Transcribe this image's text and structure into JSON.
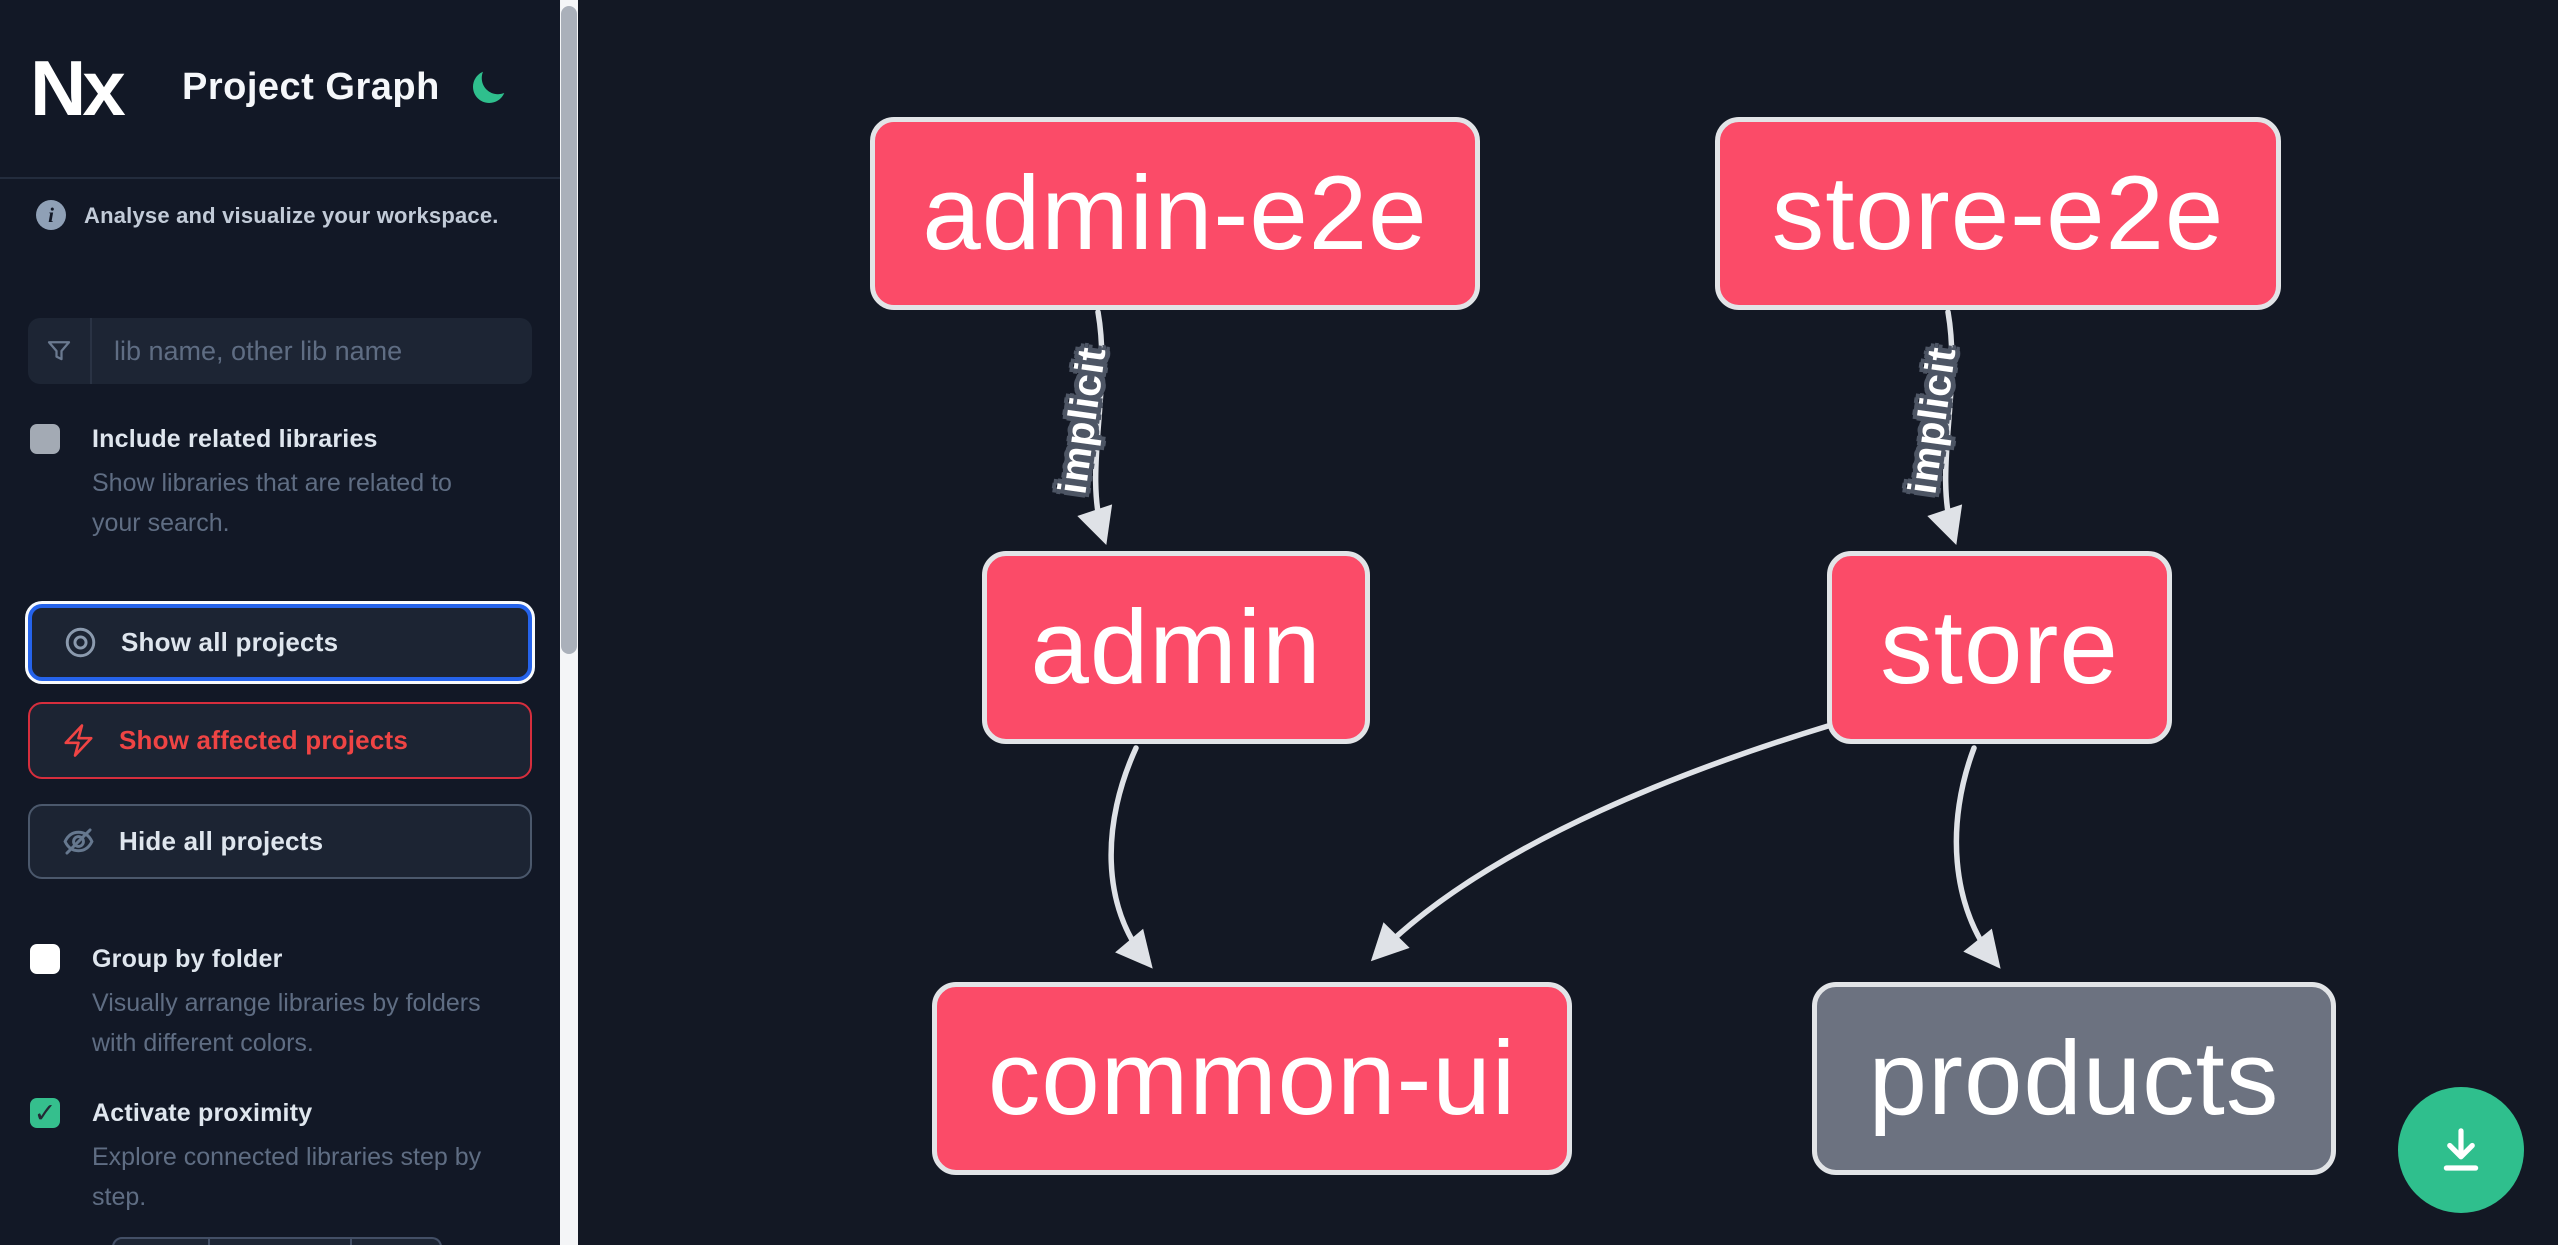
{
  "header": {
    "logo_text": "Nx",
    "title": "Project Graph",
    "theme_icon": "moon-icon"
  },
  "sidebar": {
    "info_text": "Analyse and visualize your workspace.",
    "search": {
      "placeholder": "lib name, other lib name",
      "value": ""
    },
    "toggles": [
      {
        "label": "Include related libraries",
        "description": "Show libraries that are related to your search.",
        "checked": false
      },
      {
        "label": "Group by folder",
        "description": "Visually arrange libraries by folders with different colors.",
        "checked": false
      },
      {
        "label": "Activate proximity",
        "description": "Explore connected libraries step by step.",
        "checked": true
      }
    ],
    "actions": [
      {
        "label": "Show all projects",
        "icon": "eye-icon",
        "focused": true
      },
      {
        "label": "Show affected projects",
        "icon": "bolt-icon",
        "focused": false
      },
      {
        "label": "Hide all projects",
        "icon": "eye-off-icon",
        "focused": false
      }
    ],
    "check_glyph": "✓"
  },
  "graph": {
    "nodes": [
      {
        "id": "admin-e2e",
        "label": "admin-e2e",
        "color": "pink"
      },
      {
        "id": "store-e2e",
        "label": "store-e2e",
        "color": "pink"
      },
      {
        "id": "admin",
        "label": "admin",
        "color": "pink"
      },
      {
        "id": "store",
        "label": "store",
        "color": "pink"
      },
      {
        "id": "common-ui",
        "label": "common-ui",
        "color": "pink"
      },
      {
        "id": "products",
        "label": "products",
        "color": "gray"
      }
    ],
    "edges": [
      {
        "from": "admin-e2e",
        "to": "admin",
        "label": "implicit"
      },
      {
        "from": "store-e2e",
        "to": "store",
        "label": "implicit"
      },
      {
        "from": "admin",
        "to": "common-ui",
        "label": ""
      },
      {
        "from": "store",
        "to": "common-ui",
        "label": ""
      },
      {
        "from": "store",
        "to": "products",
        "label": ""
      }
    ]
  },
  "fab": {
    "icon": "download-icon"
  },
  "colors": {
    "background": "#131824",
    "sidebar_background": "#121826",
    "node_pink": "#fb4b68",
    "node_gray": "#6c7280",
    "node_border": "#e2e4e7",
    "edge": "#dfe2e7",
    "accent_green": "#2fbf8d",
    "focus_blue": "#2563eb",
    "danger_red": "#ef4444",
    "muted_text": "#5f6d83"
  }
}
